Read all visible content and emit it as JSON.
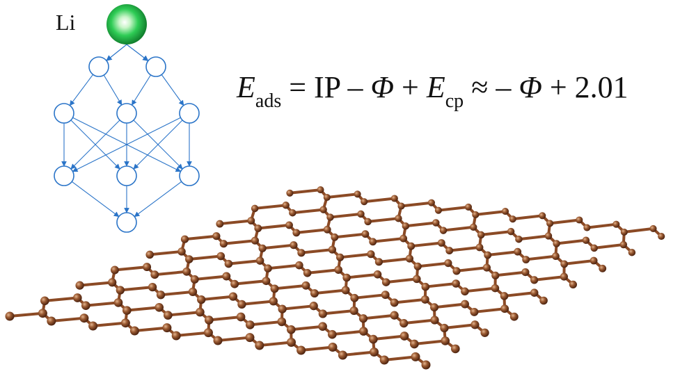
{
  "atom_label": "Li",
  "equation": {
    "lhs_symbol": "E",
    "lhs_sub": "ads",
    "eq1": " = IP – ",
    "phi1": "Φ",
    "plus1": " + ",
    "ecp_symbol": "E",
    "ecp_sub": "cp",
    "approx": " ≈ – ",
    "phi2": "Φ",
    "tail": " + 2.01"
  },
  "colors": {
    "li_atom": "#2ecc55",
    "network": "#2a74c8",
    "carbon": "#8b4a25"
  },
  "network_layers": [
    2,
    3,
    3,
    1
  ],
  "graphene": {
    "rows": 9,
    "units_per_row": 10
  }
}
